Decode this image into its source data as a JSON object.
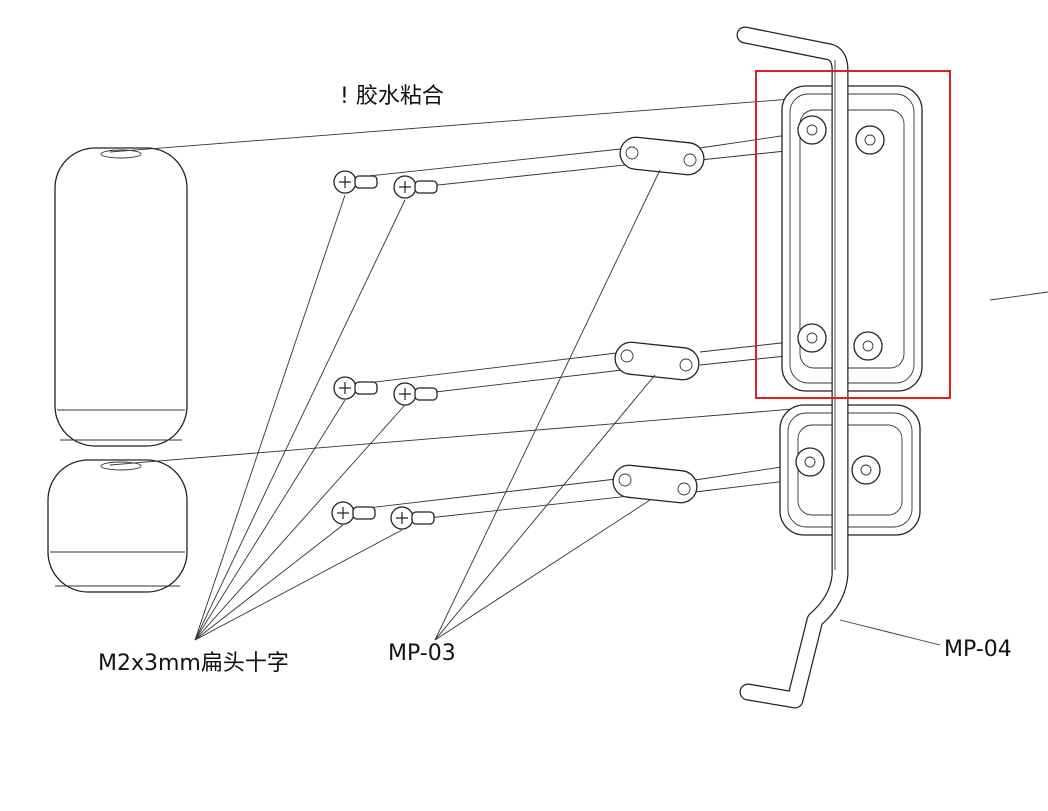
{
  "labels": {
    "glue_note": "! 胶水粘合",
    "screw": "M2x3mm扁头十字",
    "link": "MP-03",
    "rod": "MP-04"
  },
  "colors": {
    "highlight": "#e02020",
    "line": "#222222"
  }
}
